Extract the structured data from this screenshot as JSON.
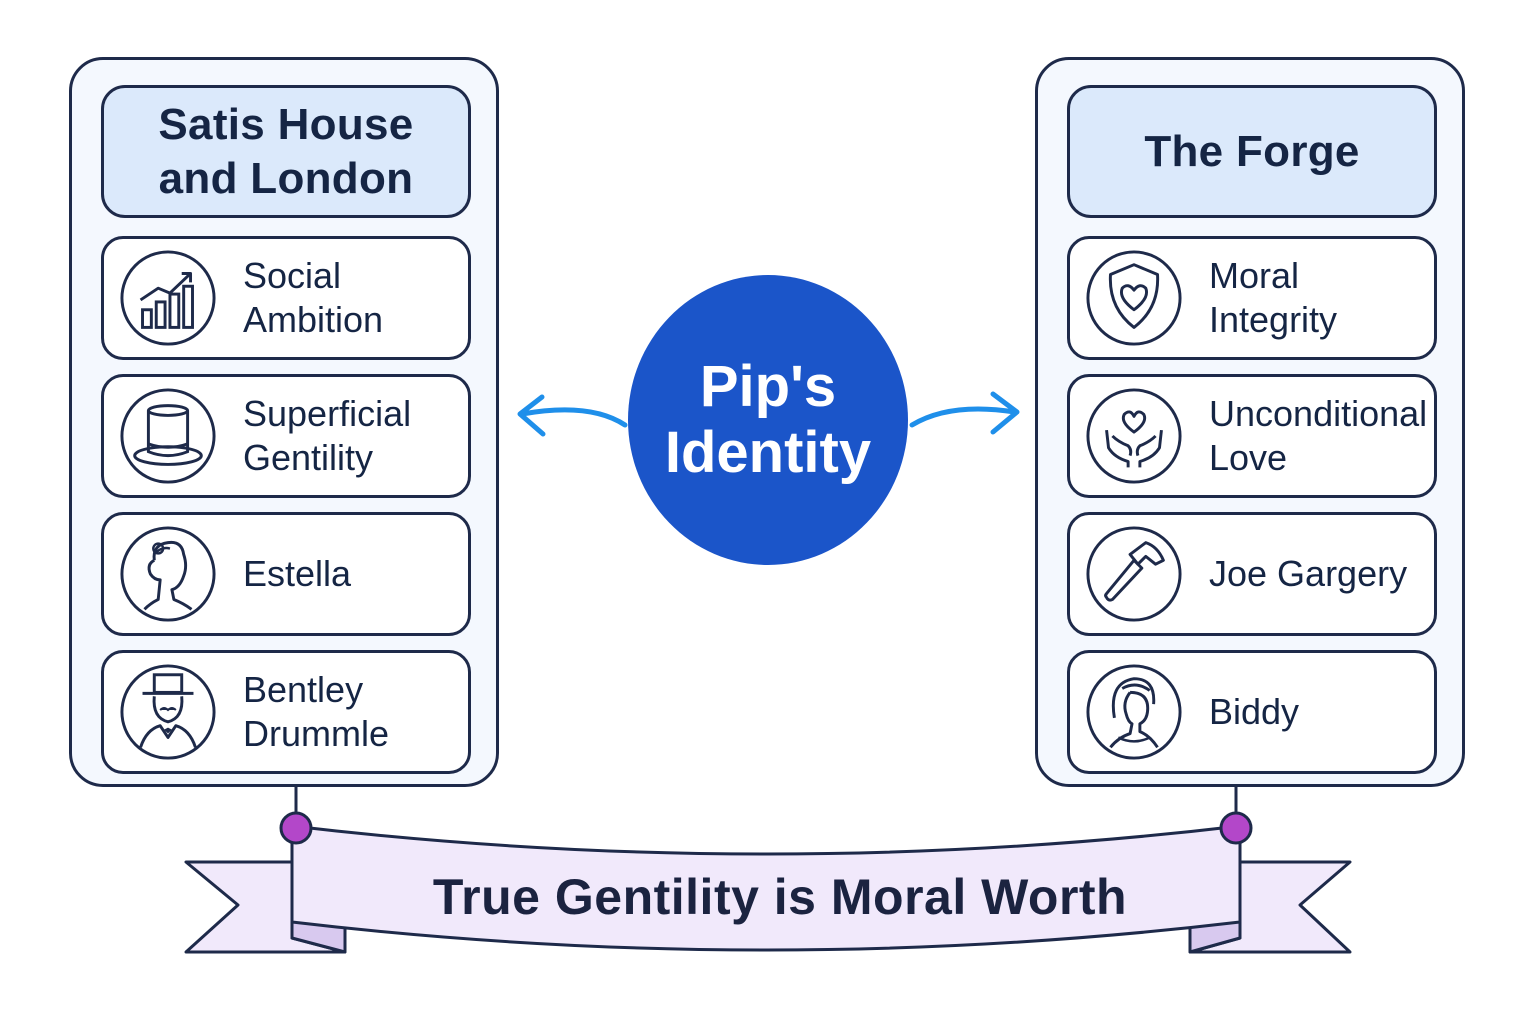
{
  "center": {
    "label": "Pip's\nIdentity"
  },
  "left_panel": {
    "title": "Satis House\nand London",
    "items": [
      {
        "label": "Social\nAmbition",
        "icon": "rising-chart-icon"
      },
      {
        "label": "Superficial\nGentility",
        "icon": "top-hat-icon"
      },
      {
        "label": "Estella",
        "icon": "woman-profile-icon"
      },
      {
        "label": "Bentley\nDrummle",
        "icon": "gentleman-top-hat-icon"
      }
    ]
  },
  "right_panel": {
    "title": "The Forge",
    "items": [
      {
        "label": "Moral\nIntegrity",
        "icon": "shield-heart-icon"
      },
      {
        "label": "Unconditional\nLove",
        "icon": "hands-heart-icon"
      },
      {
        "label": "Joe Gargery",
        "icon": "hammer-icon"
      },
      {
        "label": "Biddy",
        "icon": "woman-headscarf-icon"
      }
    ]
  },
  "banner": {
    "label": "True Gentility is Moral Worth"
  },
  "colors": {
    "outline": "#1e2a4a",
    "panel_bg": "#f4f8fe",
    "header_bg": "#dbe9fb",
    "circle": "#1b55c9",
    "arrow": "#1f8fea",
    "banner_bg": "#f1e9fb",
    "banner_fold": "#d8c9ef",
    "pin": "#b347c9"
  }
}
